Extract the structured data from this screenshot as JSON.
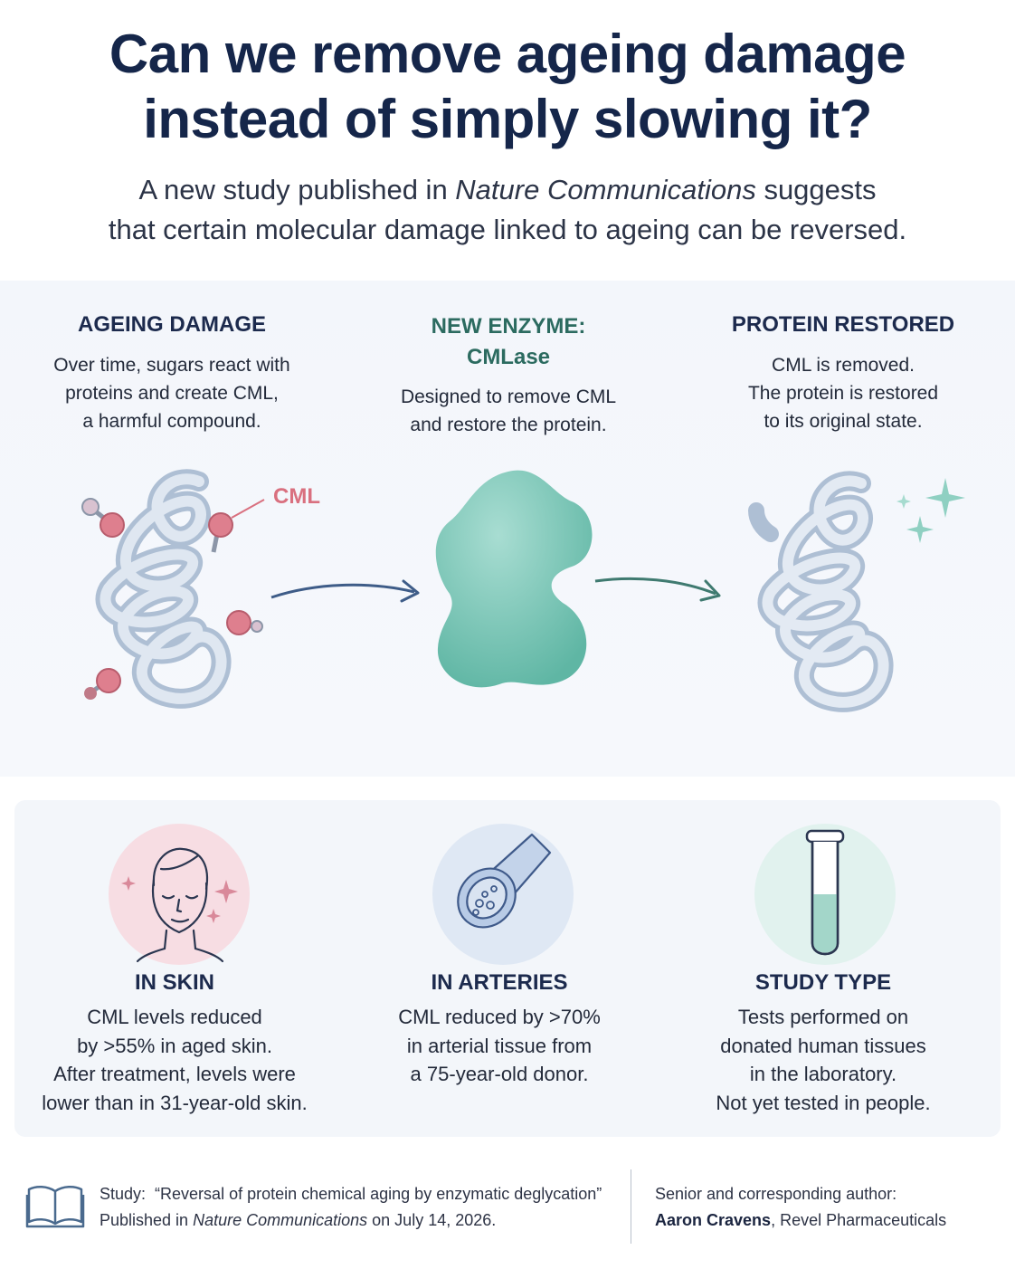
{
  "header": {
    "title_line1": "Can we remove ageing damage",
    "title_line2": "instead of simply slowing it?",
    "subtitle_pre": "A new study published in ",
    "subtitle_journal": "Nature Communications",
    "subtitle_post": " suggests",
    "subtitle_line2": "that certain molecular damage linked to ageing can be reversed."
  },
  "process": {
    "damage": {
      "title": "AGEING DAMAGE",
      "lines": [
        "Over time, sugars react with",
        "proteins and create CML,",
        "a harmful compound."
      ],
      "cml_label": "CML"
    },
    "enzyme": {
      "title_line1": "NEW ENZYME:",
      "title_line2": "CMLase",
      "lines": [
        "Designed to remove CML",
        "and restore the protein."
      ]
    },
    "restored": {
      "title": "PROTEIN RESTORED",
      "lines": [
        "CML is removed.",
        "The protein is restored",
        "to its original state."
      ]
    }
  },
  "stats": {
    "skin": {
      "title": "IN SKIN",
      "lines": [
        "CML levels reduced",
        "by >55% in aged skin.",
        "After treatment, levels were",
        "lower than in 31-year-old skin."
      ]
    },
    "arteries": {
      "title": "IN ARTERIES",
      "lines": [
        "CML reduced by >70%",
        "in arterial tissue from",
        "a 75-year-old donor."
      ]
    },
    "study": {
      "title": "STUDY TYPE",
      "lines": [
        "Tests performed on",
        "donated human tissues",
        "in the laboratory.",
        "Not yet tested in people."
      ]
    }
  },
  "footer": {
    "study_label": "Study:",
    "study_title": "“Reversal of protein chemical aging by enzymatic deglycation”",
    "published_pre": "Published in ",
    "published_journal": "Nature Communications",
    "published_post": " on July 14, 2026.",
    "author_label": "Senior and corresponding author:",
    "author_name": "Aaron Cravens",
    "author_affiliation": ", Revel Pharmaceuticals"
  },
  "colors": {
    "title": "#15264a",
    "teal": "#2c6b60",
    "cml": "#d9707f",
    "enzyme": "#7cc9b9",
    "protein": "#c9d6e6"
  },
  "icons": [
    "protein-damaged-illustration",
    "arrow-icon",
    "enzyme-blob-illustration",
    "protein-restored-illustration",
    "sparkle-icon",
    "face-icon",
    "artery-icon",
    "test-tube-icon",
    "book-icon"
  ]
}
